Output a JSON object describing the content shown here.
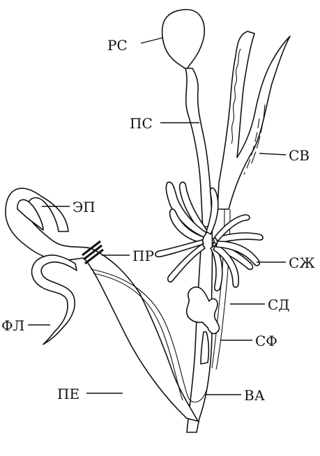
{
  "labels": {
    "rs": "РС",
    "ps": "ПС",
    "sv": "СВ",
    "ep": "ЭП",
    "pr": "ПР",
    "szh": "СЖ",
    "sd": "СД",
    "fl": "ФЛ",
    "sf": "СФ",
    "pe": "ПЕ",
    "va": "ВА"
  },
  "colors": {
    "ink": "#111111",
    "background": "#ffffff"
  }
}
